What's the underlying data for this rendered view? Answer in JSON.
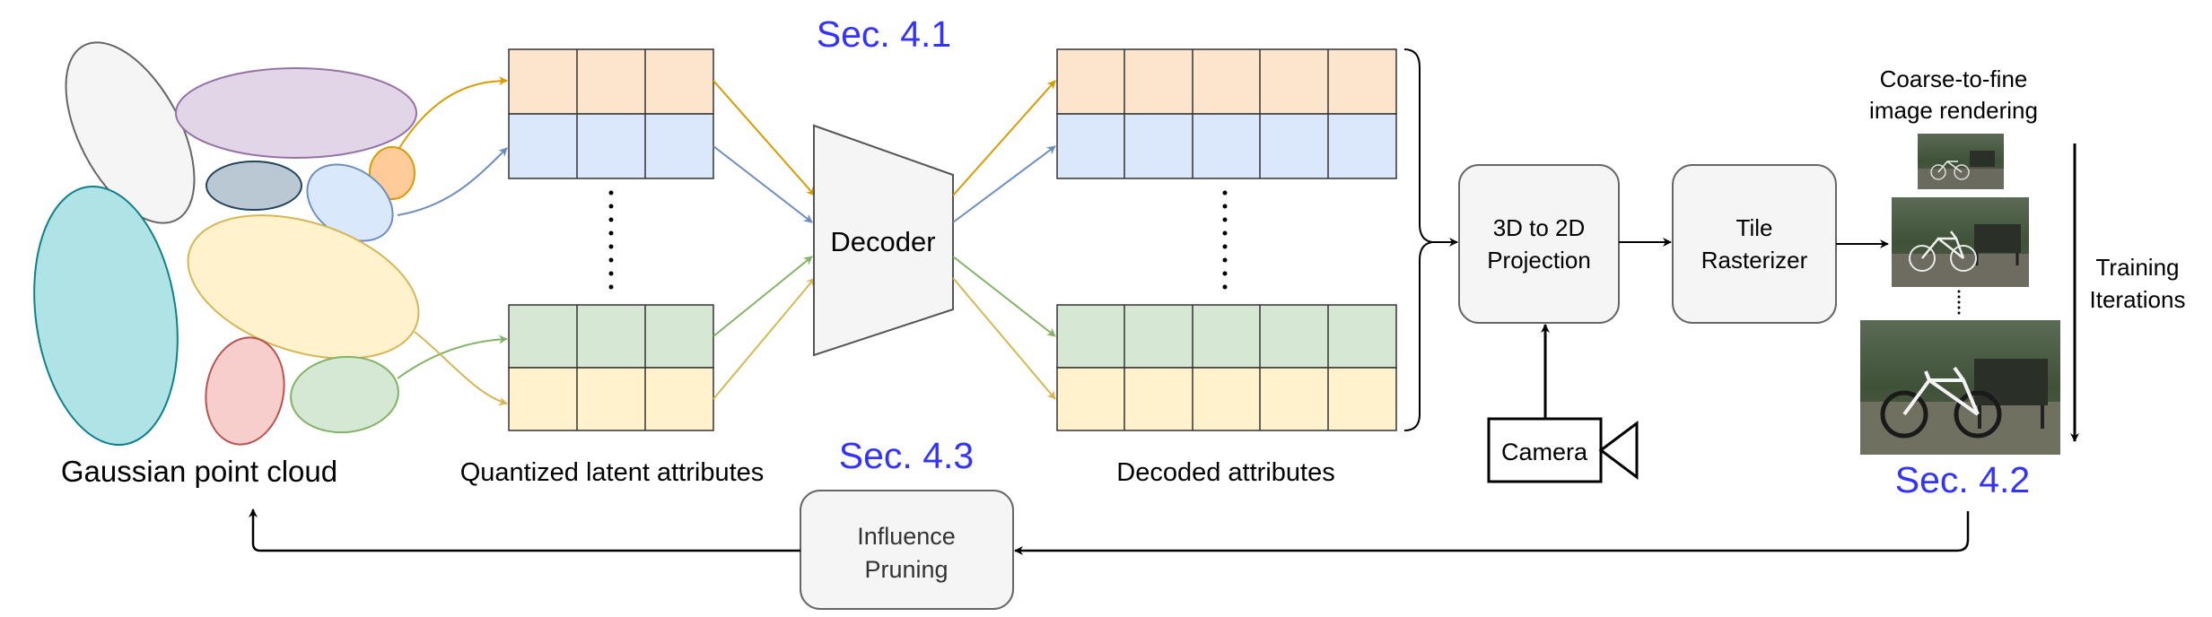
{
  "sections": {
    "s41": "Sec. 4.1",
    "s42": "Sec. 4.2",
    "s43": "Sec. 4.3"
  },
  "labels": {
    "gaussian_point_cloud": "Gaussian point cloud",
    "quantized_latent": "Quantized latent attributes",
    "decoded": "Decoded attributes",
    "decoder": "Decoder",
    "projection_line1": "3D to 2D",
    "projection_line2": "Projection",
    "rasterizer_line1": "Tile",
    "rasterizer_line2": "Rasterizer",
    "camera": "Camera",
    "render_title_line1": "Coarse-to-fine",
    "render_title_line2": "image rendering",
    "training_line1": "Training",
    "training_line2": "Iterations",
    "pruning_line1": "Influence",
    "pruning_line2": "Pruning"
  },
  "colors": {
    "row_orange": "#fde5cd",
    "row_blue": "#dbe8fb",
    "row_green": "#d6e8d4",
    "row_yellow": "#fff2cc",
    "arrow_orange": "#d79b00",
    "arrow_blue": "#6c8ebf",
    "arrow_green": "#82b366",
    "arrow_yellow": "#d6b656",
    "section_blue": "#3333ff",
    "box_fill": "#f5f5f5",
    "box_stroke": "#666666"
  }
}
